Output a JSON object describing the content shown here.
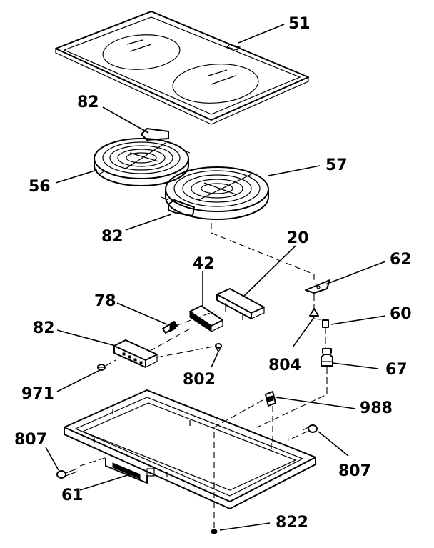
{
  "labels": {
    "l51": "51",
    "l82a": "82",
    "l56": "56",
    "l57": "57",
    "l82b": "82",
    "l20": "20",
    "l42": "42",
    "l62": "62",
    "l78": "78",
    "l60": "60",
    "l82c": "82",
    "l804": "804",
    "l67": "67",
    "l802": "802",
    "l971": "971",
    "l988": "988",
    "l807a": "807",
    "l807b": "807",
    "l61": "61",
    "l822": "822"
  }
}
